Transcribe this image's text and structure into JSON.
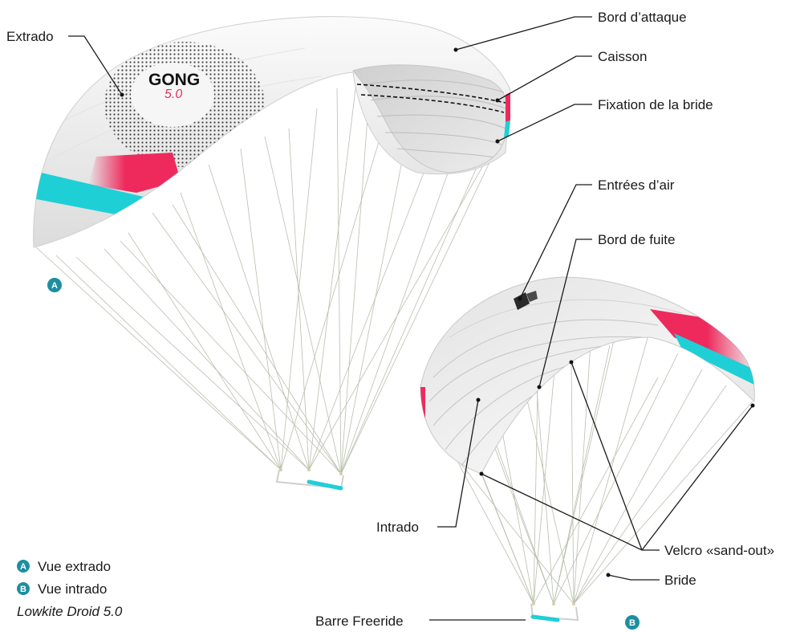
{
  "labels": {
    "extrado": "Extrado",
    "bord_attaque": "Bord d’attaque",
    "caisson": "Caisson",
    "fixation": "Fixation de la bride",
    "entrees_air": "Entrées d’air",
    "bord_fuite": "Bord de fuite",
    "intrado": "Intrado",
    "velcro": "Velcro «sand-out»",
    "bride": "Bride",
    "barre": "Barre Freeride"
  },
  "badges": {
    "a": "A",
    "b": "B"
  },
  "legend": {
    "vue_extrado": "Vue extrado",
    "vue_intrado": "Vue intrado",
    "model": "Lowkite Droid 5.0"
  },
  "logo": {
    "brand": "GONG",
    "version": "5.0"
  },
  "colors": {
    "teal": "#1fcfd6",
    "pink": "#ee2a5c",
    "badge": "#1b8fa0",
    "canopy": "#f1f1f1",
    "shade": "#d9d9d9",
    "lines": "#b9bfae"
  }
}
